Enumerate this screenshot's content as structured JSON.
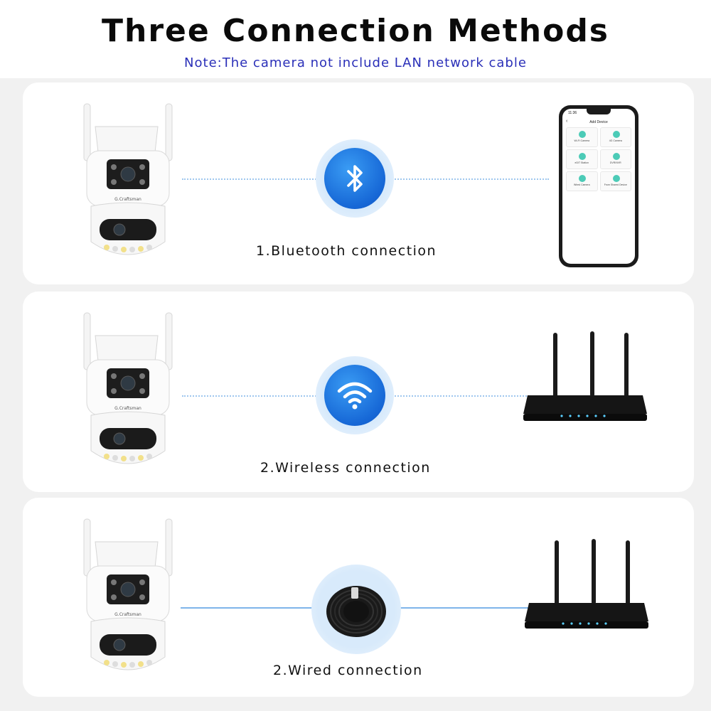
{
  "header": {
    "title": "Three Connection Methods",
    "note": "Note:The camera not include LAN network cable"
  },
  "methods": [
    {
      "caption": "1.Bluetooth connection",
      "icon": "bluetooth-icon",
      "target": "smartphone",
      "line": "dotted"
    },
    {
      "caption": "2.Wireless connection",
      "icon": "wifi-icon",
      "target": "router",
      "line": "dotted"
    },
    {
      "caption": "2.Wired connection",
      "icon": "lan-cable-coil",
      "target": "router",
      "line": "solid"
    }
  ],
  "camera": {
    "brand_label": "G.Craftsman"
  },
  "phone": {
    "status_time": "11:36",
    "screen_title": "Add Device",
    "tiles": [
      "Wi-Fi Camera",
      "4G Camera",
      "eDIT Station",
      "DVR/NVR",
      "Wired Camera",
      "From Shared Device"
    ]
  },
  "colors": {
    "accent_blue": "#1667d6",
    "note_text": "#2a2fb8",
    "line": "#9fc7ee",
    "app_teal": "#4ccbb7"
  }
}
